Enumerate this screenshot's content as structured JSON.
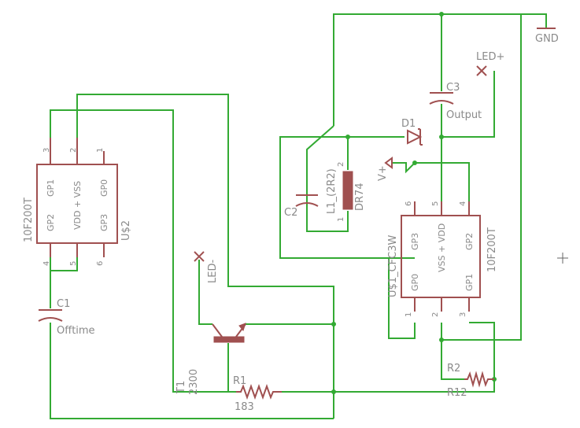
{
  "colors": {
    "wire": "#33aa33",
    "part": "#a05050",
    "text": "#8a8a8a",
    "background": "#ffffff"
  },
  "labels": {
    "gnd": "GND",
    "led_plus": "LED+",
    "led_minus": "LED-",
    "c3": "C3",
    "output": "Output",
    "d1": "D1",
    "l1": "L1_(2R2)",
    "dr74": "DR74",
    "v": "V+",
    "c2": "C2",
    "c1": "C1",
    "offtime": "Offtime",
    "t1": "T1",
    "t1_value": "2300",
    "r1": "R1",
    "r1_value": "183",
    "r2": "R2",
    "r2_value": "R12"
  },
  "ic_left": {
    "part": "10F200T",
    "name": "U$2",
    "top_pins": [
      "3",
      "2",
      "1"
    ],
    "bottom_pins": [
      "4",
      "5",
      "6"
    ],
    "top_labels": [
      "GP1",
      "VDD + VSS",
      "GP0"
    ],
    "bottom_labels": [
      "GP2",
      "GP3"
    ]
  },
  "ic_right": {
    "part": "10F200T",
    "name": "U$1_CFC3W",
    "top_pins": [
      "6",
      "5",
      "4"
    ],
    "bottom_pins": [
      "1",
      "2",
      "3"
    ],
    "top_labels": [
      "GP3",
      "VSS + VDD",
      "GP2"
    ],
    "bottom_labels": [
      "GP0",
      "GP1"
    ]
  },
  "inductor_pins": [
    "1",
    "2"
  ]
}
